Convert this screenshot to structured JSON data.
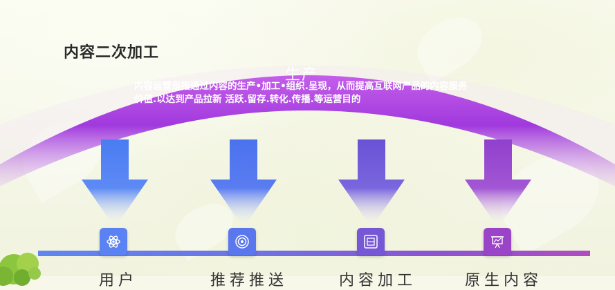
{
  "title": "内容二次加工",
  "arc": {
    "label": "生产",
    "description": "内容运营是指通过内容的生产•加工•组织.呈现，从而提高互联网产品的内容服务价值.以达到产品拉新 活跃.留存.转化.传播.等运营目的"
  },
  "steps": [
    {
      "label": "用户",
      "icon": "atom-icon",
      "color": "#5a7ff0"
    },
    {
      "label": "推荐推送",
      "icon": "target-icon",
      "color": "#5d78ec"
    },
    {
      "label": "内容加工",
      "icon": "frame-icon",
      "color": "#7a58d6"
    },
    {
      "label": "原生内容",
      "icon": "presentation-icon",
      "color": "#9d44c8"
    }
  ],
  "colors": {
    "arc_outer": "#c65ae8",
    "arc_inner": "#9a30d8",
    "text_dark": "#2a2a2a"
  }
}
